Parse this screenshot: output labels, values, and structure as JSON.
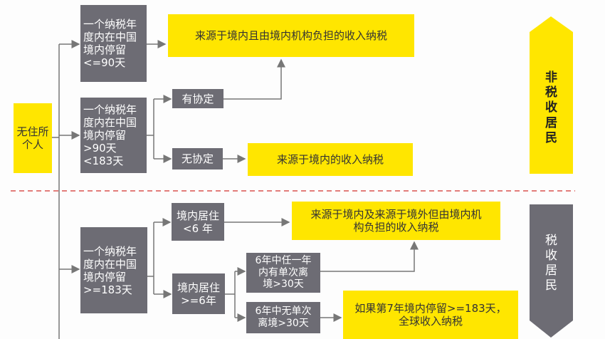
{
  "root": "无住所\n个人",
  "stay_le90": "一个纳税年\n度内在中国\n境内停留\n<=90天",
  "stay_90_183": "一个纳税年\n度内在中国\n境内停留\n>90天\n<183天",
  "stay_ge183": "一个纳税年\n度内在中国\n境内停留\n>=183天",
  "treaty_yes": "有协定",
  "treaty_no": "无协定",
  "result_domestic_borne": "来源于境内且由境内机构负担的收入纳税",
  "result_domestic": "来源于境内的收入纳税",
  "reside_lt6": "境内居住\n<6 年",
  "reside_ge6": "境内居住\n>=6年",
  "absence_yes": "6年中任一年\n内有单次离\n境>30天",
  "absence_no": "6年中无单次\n离境>30天",
  "result_domestic_plus_foreign": "来源于境内及来源于境外但由境内机\n构负担的收入纳税",
  "result_global": "如果第7年境内停留>=183天，\n全球收入纳税",
  "label_non_resident": "非\n税\n收\n居\n民",
  "label_resident": "税\n收\n居\n民",
  "colors": {
    "yellow": "#ffe600",
    "grey": "#6d6c74",
    "divider": "#d9534f",
    "line": "#777777"
  }
}
